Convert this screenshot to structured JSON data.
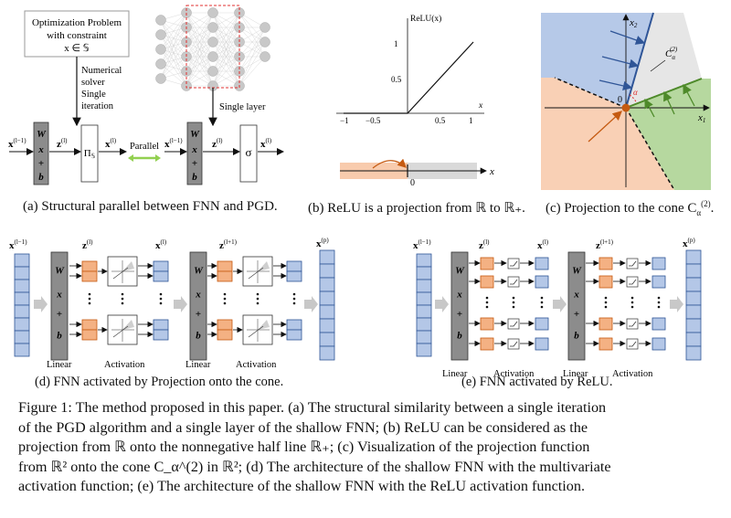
{
  "panel_a": {
    "opt_box": [
      "Optimization Problem",
      "with constraint",
      "x ∈ 𝕊"
    ],
    "solver_label": [
      "Numerical",
      "solver",
      "Single",
      "iteration"
    ],
    "layer_label": "Single layer",
    "parallel_label": "Parallel",
    "block_wxb": [
      "W",
      "x",
      "+",
      "b"
    ],
    "proj_symbol": "Π",
    "proj_sub": "𝕊",
    "sigma": "σ",
    "x_in": "x",
    "x_in_sup": "(l−1)",
    "z_out": "z",
    "z_sup": "(l)",
    "x_out": "x",
    "x_out_sup": "(l)",
    "caption": "(a) Structural parallel between FNN and PGD."
  },
  "panel_b": {
    "ylabel": "ReLU(x)",
    "xlabel": "x",
    "xticks": [
      "−1",
      "−0.5",
      "0.5",
      "1"
    ],
    "yticks": [
      "1",
      "0.5"
    ],
    "origin_label": "0",
    "axis_label": "x",
    "caption": "(b) ReLU is a projection from ℝ to ℝ₊."
  },
  "panel_c": {
    "x1": "x",
    "x1_sub": "1",
    "x2": "x",
    "x2_sub": "2",
    "cone_label": "C",
    "cone_sub": "α",
    "cone_sup": "(2)",
    "alpha": "α",
    "origin": "0",
    "caption": "(c) Projection to the cone C"
  },
  "panel_d": {
    "labels_top": [
      "x",
      "z",
      "x",
      "z",
      "x"
    ],
    "sups": [
      "(l−1)",
      "(l)",
      "(l)",
      "(l+1)",
      "(p)"
    ],
    "linear": "Linear",
    "activation": "Activation",
    "caption": "(d) FNN activated by Projection onto the cone."
  },
  "panel_e": {
    "labels_top": [
      "x",
      "z",
      "x",
      "z",
      "x"
    ],
    "sups": [
      "(l−1)",
      "(l)",
      "(l)",
      "(l+1)",
      "(p)"
    ],
    "linear": "Linear",
    "activation": "Activation",
    "caption": "(e) FNN activated by ReLU."
  },
  "figure_caption": [
    "Figure 1: The method proposed in this paper. (a) The structural similarity between a single iteration",
    "of the PGD algorithm and a single layer of the shallow FNN; (b) ReLU can be considered as the",
    "projection from ℝ onto the nonnegative half line ℝ₊; (c) Visualization of the projection function",
    "from ℝ² onto the cone C_α^(2) in ℝ²; (d) The architecture of the shallow FNN with the multivariate",
    "activation function; (e) The architecture of the shallow FNN with the ReLU activation function."
  ],
  "colors": {
    "block_gray": "#8c8c8c",
    "orange_fill": "#f4b183",
    "orange_stroke": "#c55a11",
    "blue_fill": "#b4c7e7",
    "blue_stroke": "#2f5597",
    "green_arrow": "#92d050",
    "cone_blue": "#a9bfe4",
    "cone_gray": "#e6e6e6",
    "cone_green": "#a9d18e",
    "cone_orange": "#f8cbad",
    "red_dash": "#e03030"
  }
}
